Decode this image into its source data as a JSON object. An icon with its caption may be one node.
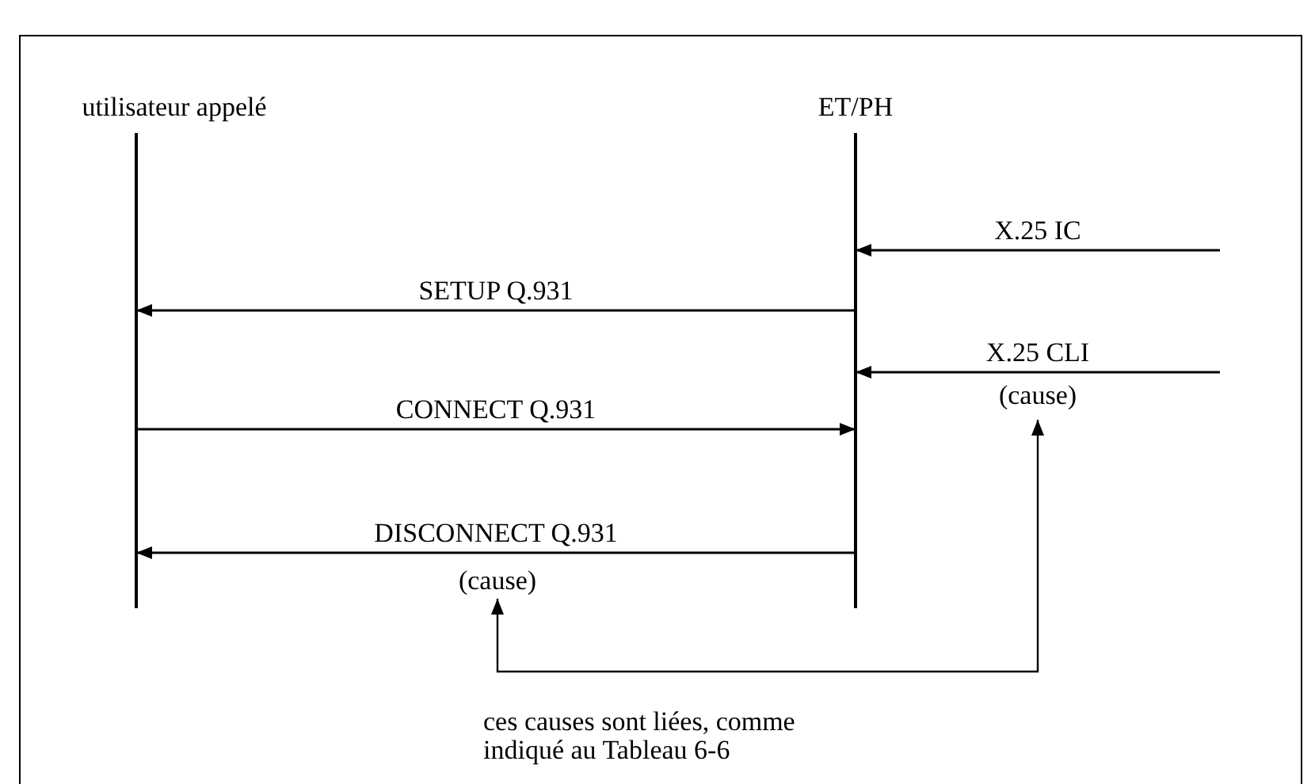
{
  "diagram": {
    "nodes": [
      {
        "text": [
          "utilisateur appelé"
        ]
      },
      {
        "text": [
          "ET/PH"
        ]
      },
      {
        "text": [
          "(cause)"
        ]
      },
      {
        "text": [
          "(cause)"
        ]
      }
    ],
    "edges": [
      {
        "from": null,
        "to": 1,
        "arrow": "to",
        "label": "X.25 IC"
      },
      {
        "from": 1,
        "to": 0,
        "arrow": "to",
        "label": "SETUP Q.931"
      },
      {
        "from": null,
        "to": 1,
        "arrow": "to",
        "label": "X.25 CLI"
      },
      {
        "from": 0,
        "to": 1,
        "arrow": "to",
        "label": "CONNECT Q.931"
      },
      {
        "from": 1,
        "to": 0,
        "arrow": "to",
        "label": "DISCONNECT Q.931"
      },
      {
        "from": 2,
        "to": 3,
        "arrow": "both"
      }
    ],
    "labels": [
      "ces causes sont liées, comme indiqué au Tableau 6-6"
    ]
  }
}
